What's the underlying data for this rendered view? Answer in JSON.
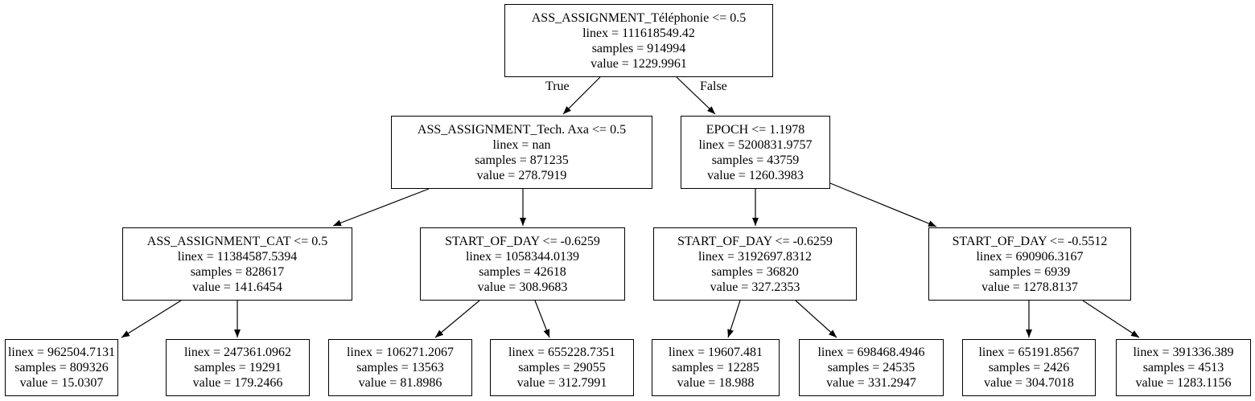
{
  "tree": {
    "edge_labels": {
      "true_label": "True",
      "false_label": "False"
    },
    "nodes": [
      {
        "id": "n0",
        "lines": [
          "ASS_ASSIGNMENT_Téléphonie <= 0.5",
          "linex = 111618549.42",
          "samples = 914994",
          "value = 1229.9961"
        ]
      },
      {
        "id": "n1",
        "lines": [
          "ASS_ASSIGNMENT_Tech. Axa <= 0.5",
          "linex = nan",
          "samples = 871235",
          "value = 278.7919"
        ]
      },
      {
        "id": "n2",
        "lines": [
          "EPOCH <= 1.1978",
          "linex = 5200831.9757",
          "samples = 43759",
          "value = 1260.3983"
        ]
      },
      {
        "id": "n3",
        "lines": [
          "ASS_ASSIGNMENT_CAT <= 0.5",
          "linex = 11384587.5394",
          "samples = 828617",
          "value = 141.6454"
        ]
      },
      {
        "id": "n4",
        "lines": [
          "START_OF_DAY <= -0.6259",
          "linex = 1058344.0139",
          "samples = 42618",
          "value = 308.9683"
        ]
      },
      {
        "id": "n5",
        "lines": [
          "START_OF_DAY <= -0.6259",
          "linex = 3192697.8312",
          "samples = 36820",
          "value = 327.2353"
        ]
      },
      {
        "id": "n6",
        "lines": [
          "START_OF_DAY <= -0.5512",
          "linex = 690906.3167",
          "samples = 6939",
          "value = 1278.8137"
        ]
      },
      {
        "id": "n7",
        "lines": [
          "linex = 962504.7131",
          "samples = 809326",
          "value = 15.0307"
        ]
      },
      {
        "id": "n8",
        "lines": [
          "linex = 247361.0962",
          "samples = 19291",
          "value = 179.2466"
        ]
      },
      {
        "id": "n9",
        "lines": [
          "linex = 106271.2067",
          "samples = 13563",
          "value = 81.8986"
        ]
      },
      {
        "id": "n10",
        "lines": [
          "linex = 655228.7351",
          "samples = 29055",
          "value = 312.7991"
        ]
      },
      {
        "id": "n11",
        "lines": [
          "linex = 19607.481",
          "samples = 12285",
          "value = 18.988"
        ]
      },
      {
        "id": "n12",
        "lines": [
          "linex = 698468.4946",
          "samples = 24535",
          "value = 331.2947"
        ]
      },
      {
        "id": "n13",
        "lines": [
          "linex = 65191.8567",
          "samples = 2426",
          "value = 304.7018"
        ]
      },
      {
        "id": "n14",
        "lines": [
          "linex = 391336.389",
          "samples = 4513",
          "value = 1283.1156"
        ]
      }
    ],
    "edges": [
      [
        "n0",
        "n1"
      ],
      [
        "n0",
        "n2"
      ],
      [
        "n1",
        "n3"
      ],
      [
        "n1",
        "n4"
      ],
      [
        "n2",
        "n5"
      ],
      [
        "n2",
        "n6"
      ],
      [
        "n3",
        "n7"
      ],
      [
        "n3",
        "n8"
      ],
      [
        "n4",
        "n9"
      ],
      [
        "n4",
        "n10"
      ],
      [
        "n5",
        "n11"
      ],
      [
        "n5",
        "n12"
      ],
      [
        "n6",
        "n13"
      ],
      [
        "n6",
        "n14"
      ]
    ]
  }
}
